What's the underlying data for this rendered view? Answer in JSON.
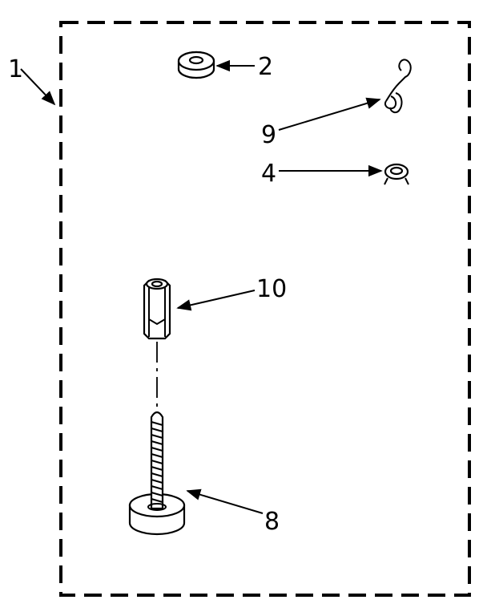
{
  "callouts": {
    "kit": "1",
    "washer": "2",
    "clip": "9",
    "ring": "4",
    "coupling_nut": "10",
    "leveling_bolt": "8"
  }
}
